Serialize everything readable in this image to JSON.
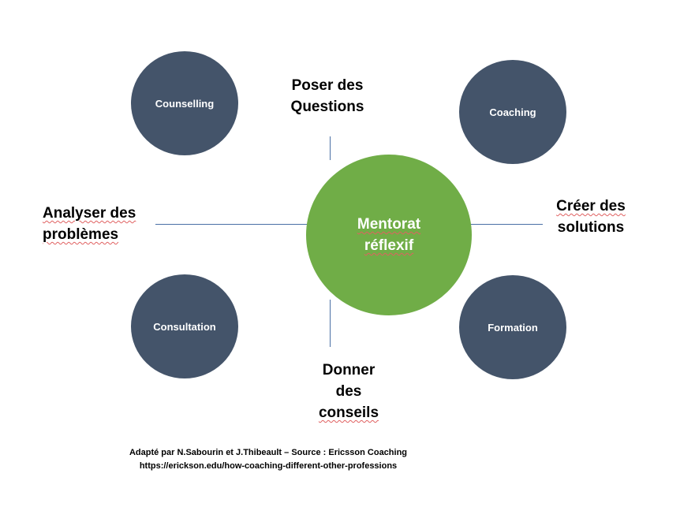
{
  "diagram": {
    "center": {
      "line1": "Mentorat",
      "line2": "réflexif",
      "color": "#70ad47"
    },
    "nodes": {
      "top_left": "Counselling",
      "top_right": "Coaching",
      "bottom_left": "Consultation",
      "bottom_right": "Formation",
      "color": "#44546a"
    },
    "axes": {
      "top": {
        "line1": "Poser des",
        "line2": "Questions"
      },
      "left": {
        "line1": "Analyser des",
        "line2": "problèmes"
      },
      "right": {
        "line1": "Créer des",
        "line2": "solutions"
      },
      "bottom": {
        "line1": "Donner",
        "line2": "des",
        "line3": "conseils"
      }
    }
  },
  "caption": {
    "line1": "Adapté par N.Sabourin et J.Thibeault – Source : Ericsson Coaching",
    "line2": "https://erickson.edu/how-coaching-different-other-professions"
  }
}
